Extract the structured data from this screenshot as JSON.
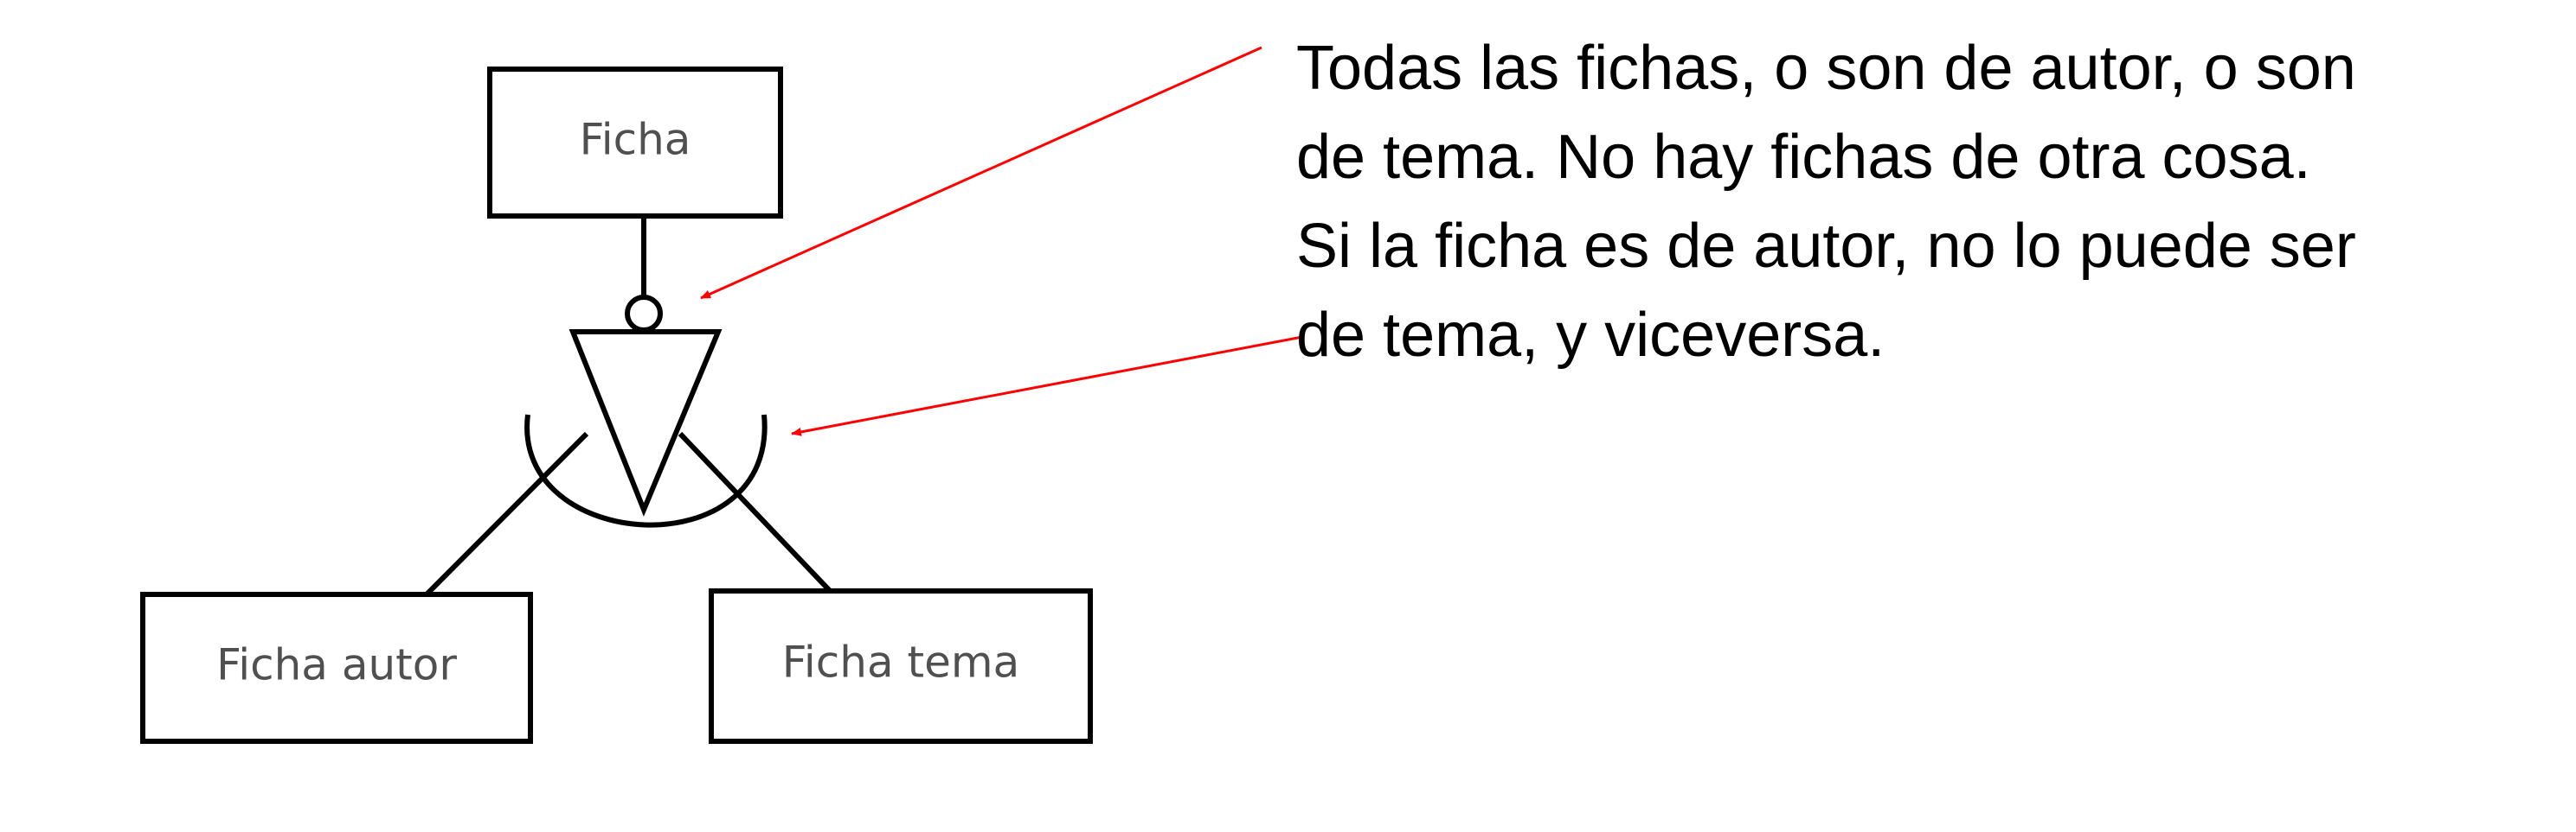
{
  "diagram": {
    "type": "er-specialization",
    "constraints": [
      "total",
      "exclusive"
    ],
    "entities": {
      "parent": "Ficha",
      "children": [
        "Ficha autor",
        "Ficha tema"
      ]
    },
    "annotation_lines": [
      "Todas las fichas, o son de autor, o son",
      "de tema. No hay fichas de otra cosa.",
      "Si la ficha es de autor, no lo puede ser",
      "de tema, y viceversa."
    ],
    "colors": {
      "ink": "#000000",
      "label": "#505050",
      "arrow": "#ff0000"
    }
  }
}
